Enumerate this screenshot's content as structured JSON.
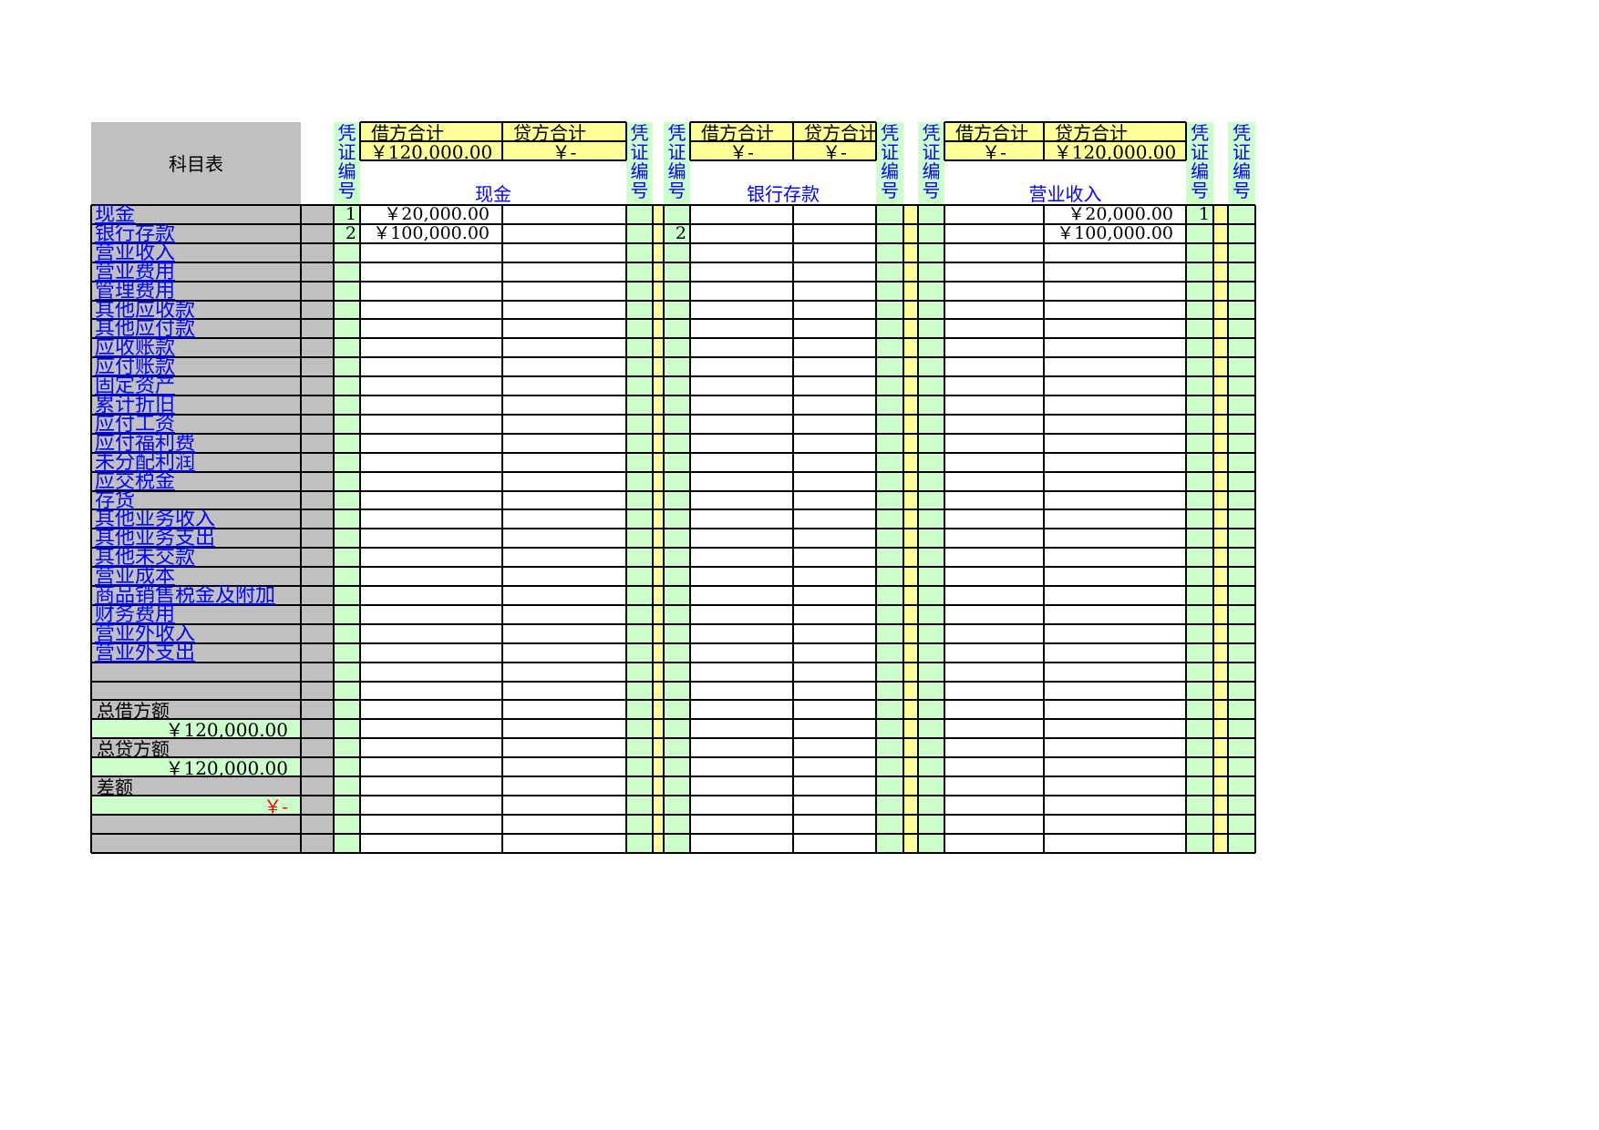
{
  "sheet": {
    "title": "科目表",
    "voucher_header": "凭\n证\n编\n号",
    "accounts": [
      "现金",
      "银行存款",
      "营业收入",
      "营业费用",
      "管理费用",
      "其他应收款",
      "其他应付款",
      "应收账款",
      "应付账款",
      "固定资产",
      "累计折旧",
      "应付工资",
      "应付福利费",
      "未分配利润",
      "应交税金",
      "存货",
      "其他业务收入",
      "其他业务支出",
      "其他未交款",
      "营业成本",
      "商品销售税金及附加",
      "财务费用",
      "营业外收入",
      "营业外支出"
    ],
    "summary": {
      "total_debit_label": "总借方额",
      "total_debit_value": "￥120,000.00",
      "total_credit_label": "总贷方额",
      "total_credit_value": "￥120,000.00",
      "difference_label": "差额",
      "difference_value": "￥-"
    },
    "ledgers": [
      {
        "name": "现金",
        "debit_label": "借方合计",
        "credit_label": "贷方合计",
        "debit_total": "￥120,000.00",
        "credit_total": "￥-",
        "entries": [
          {
            "voucher": "1",
            "debit": "￥20,000.00",
            "credit": ""
          },
          {
            "voucher": "2",
            "debit": "￥100,000.00",
            "credit": ""
          }
        ]
      },
      {
        "name": "银行存款",
        "debit_label": "借方合计",
        "credit_label": "贷方合计",
        "debit_total": "￥-",
        "credit_total": "￥-",
        "entries": [
          {
            "voucher": "",
            "debit": "",
            "credit": ""
          },
          {
            "voucher": "2",
            "debit": "",
            "credit": ""
          }
        ]
      },
      {
        "name": "营业收入",
        "debit_label": "借方合计",
        "credit_label": "贷方合计",
        "debit_total": "￥-",
        "credit_total": "￥120,000.00",
        "entries": [
          {
            "voucher": "",
            "debit": "",
            "credit": "￥20,000.00"
          },
          {
            "voucher": "",
            "debit": "",
            "credit": "￥100,000.00"
          }
        ]
      }
    ],
    "side_vouchers": [
      "1",
      ""
    ],
    "colors": {
      "subject_bg": "#c0c0c0",
      "voucher_bg": "#ccffcc",
      "header_bg": "#ffff99",
      "link": "#0000ff",
      "negative": "#ff0000"
    }
  }
}
